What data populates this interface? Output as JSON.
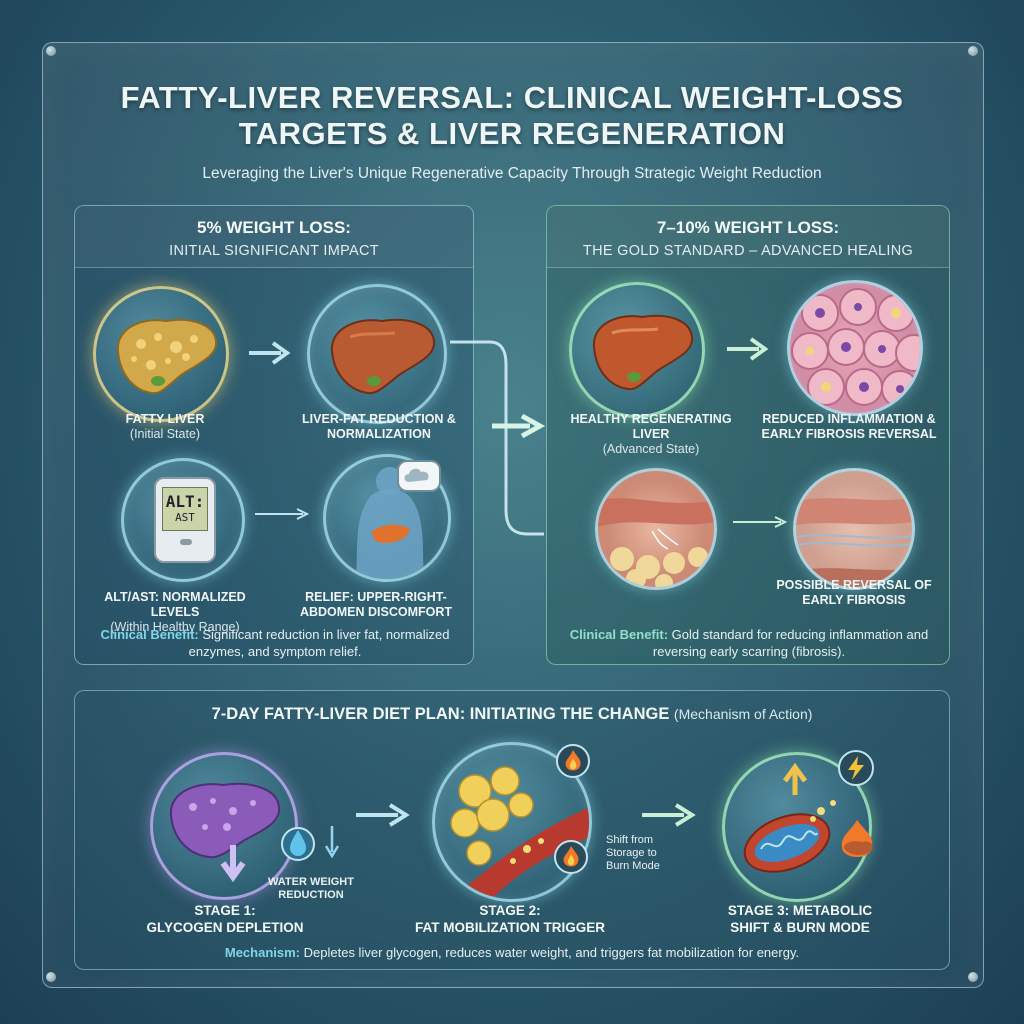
{
  "header": {
    "title_line1": "FATTY-LIVER REVERSAL: CLINICAL WEIGHT-LOSS",
    "title_line2": "TARGETS & LIVER REGENERATION",
    "subtitle": "Leveraging the Liver's Unique Regenerative Capacity Through Strategic Weight Reduction"
  },
  "left_panel": {
    "heading": "5% WEIGHT LOSS:",
    "subheading": "INITIAL SIGNIFICANT IMPACT",
    "items": [
      {
        "title": "FATTY LIVER",
        "sub": "(Initial State)"
      },
      {
        "title": "LIVER-FAT REDUCTION & NORMALIZATION",
        "sub": ""
      },
      {
        "title": "ALT/AST: NORMALIZED LEVELS",
        "sub": "(Within Healthy Range)"
      },
      {
        "title": "RELIEF: UPPER-RIGHT-ABDOMEN DISCOMFORT",
        "sub": ""
      }
    ],
    "device_line1": "ALT:",
    "device_line2": "AST",
    "benefit_key": "Clinical Benefit:",
    "benefit_text": "Significant reduction in liver fat, normalized enzymes, and symptom relief."
  },
  "right_panel": {
    "heading": "7–10% WEIGHT LOSS:",
    "subheading": "THE GOLD STANDARD – ADVANCED HEALING",
    "items": [
      {
        "title": "HEALTHY REGENERATING LIVER",
        "sub": "(Advanced State)"
      },
      {
        "title": "REDUCED INFLAMMATION & EARLY FIBROSIS REVERSAL",
        "sub": ""
      },
      {
        "title": "POSSIBLE REVERSAL OF EARLY FIBROSIS",
        "sub": ""
      }
    ],
    "benefit_key": "Clinical Benefit:",
    "benefit_text": "Gold standard for reducing inflammation and reversing early scarring (fibrosis)."
  },
  "bottom_panel": {
    "heading": "7-DAY FATTY-LIVER DIET PLAN: INITIATING THE CHANGE",
    "heading_note": "(Mechanism of Action)",
    "stages": [
      {
        "title_line1": "STAGE 1:",
        "title_line2": "GLYCOGEN DEPLETION"
      },
      {
        "title_line1": "STAGE 2:",
        "title_line2": "FAT MOBILIZATION TRIGGER"
      },
      {
        "title_line1": "STAGE 3: METABOLIC",
        "title_line2": "SHIFT & BURN MODE"
      }
    ],
    "water_note": "WATER WEIGHT REDUCTION",
    "shift_note": "Shift from Storage to Burn Mode",
    "mechanism_key": "Mechanism:",
    "mechanism_text": "Depletes liver glycogen, reduces water weight, and triggers fat mobilization for energy."
  },
  "colors": {
    "accent_cyan": "#7fd6e6",
    "accent_green": "#8fe0c8",
    "liver_fatty": "#c9a13a",
    "liver_healthy": "#b8552e"
  }
}
